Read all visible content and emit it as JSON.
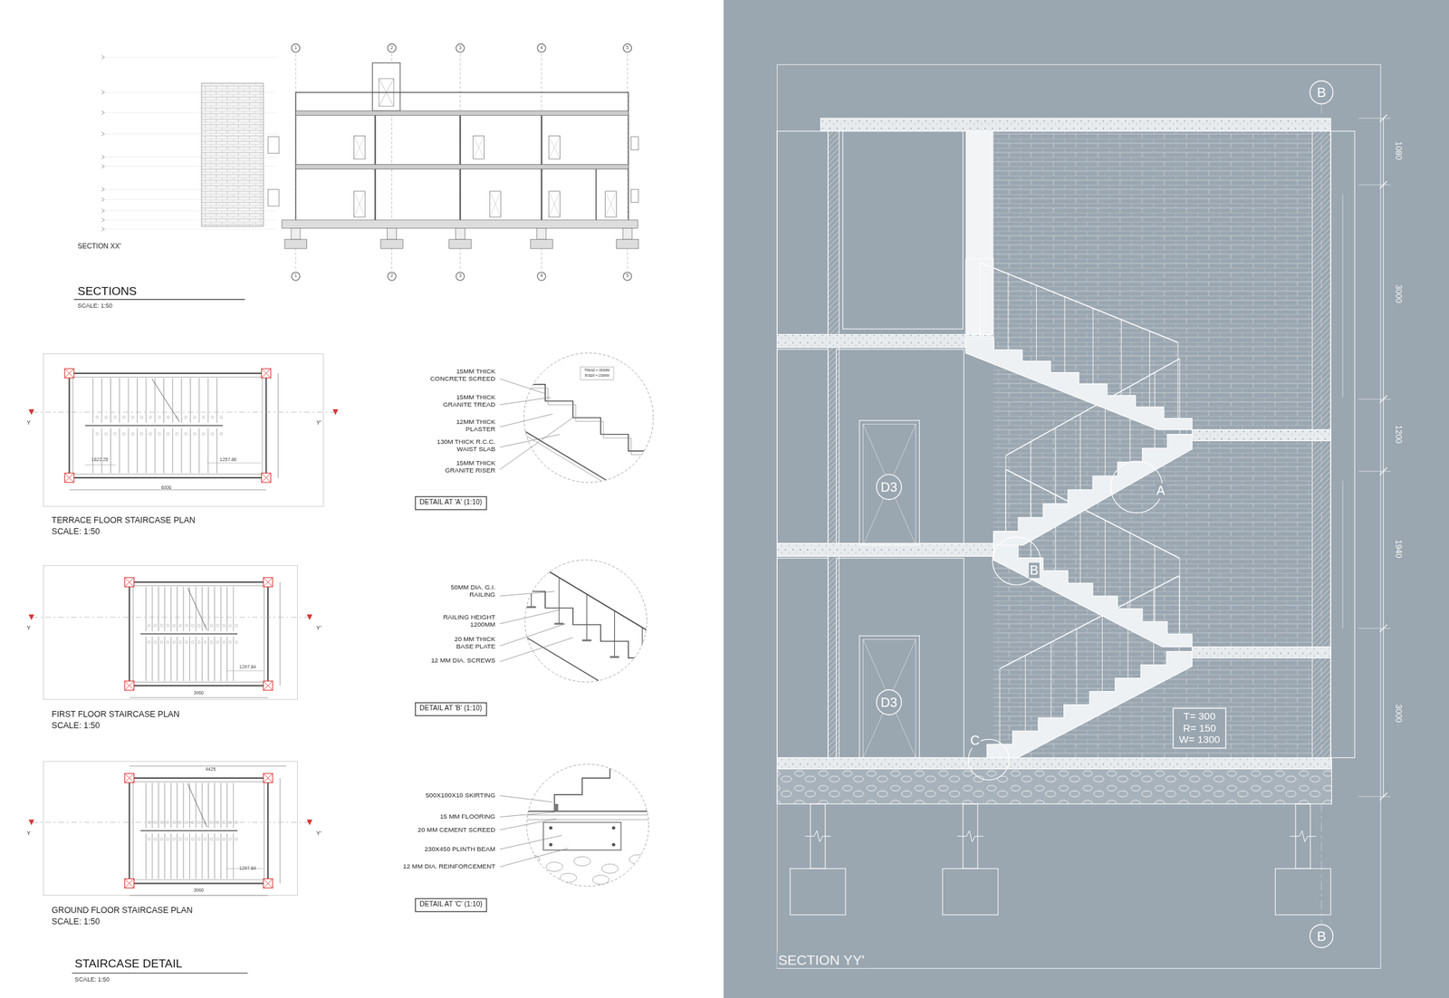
{
  "diagram": {
    "nodes": [
      {
        "text": [
          "1"
        ]
      },
      {
        "text": [
          "2"
        ]
      },
      {
        "text": [
          "3"
        ]
      },
      {
        "text": [
          "4"
        ]
      },
      {
        "text": [
          "5"
        ]
      },
      {
        "text": [
          "1"
        ]
      },
      {
        "text": [
          "2"
        ]
      },
      {
        "text": [
          "3"
        ]
      },
      {
        "text": [
          "4"
        ]
      },
      {
        "text": [
          "5"
        ]
      },
      {
        "text": [
          "B"
        ]
      },
      {
        "text": [
          "B"
        ]
      },
      {
        "text": [
          "D3"
        ]
      },
      {
        "text": [
          "D3"
        ]
      },
      {
        "text": [
          "DETAIL AT 'A' (1:10)"
        ]
      },
      {
        "text": [
          "DETAIL AT 'B' (1:10)"
        ]
      },
      {
        "text": [
          "DETAIL AT 'C' (1:10)"
        ]
      },
      {
        "text": [
          "T= 300 R= 150 W= 1300"
        ]
      }
    ],
    "labels": [
      "SECTION XX'",
      "SECTIONS",
      "SCALE: 1:50",
      "1622.25",
      "1257.86",
      "6006",
      "Y",
      "Y'",
      "TERRACE FLOOR STAIRCASE PLAN",
      "SCALE: 1:50",
      "1297.84",
      "3960",
      "Y",
      "Y'",
      "FIRST FLOOR STAIRCASE PLAN",
      "SCALE: 1:50",
      "4425",
      "1297.84",
      "3960",
      "Y",
      "Y'",
      "GROUND FLOOR STAIRCASE PLAN",
      "SCALE: 1:50",
      "STAIRCASE DETAIL",
      "SCALE: 1:50",
      "15MM THICK CONCRETE SCREED",
      "15MM THICK GRANITE TREAD",
      "12MM THICK PLASTER",
      "130M THICK R.C.C. WAIST SLAB",
      "15MM THICK GRANITE RISER",
      "TREAD = 300MM",
      "RISER = 150MM",
      "50MM DIA. G.I. RAILING",
      "RAILING HEIGHT 1200MM",
      "20 MM THICK BASE PLATE",
      "12 MM DIA. SCREWS",
      "500X100X10 SKIRTING",
      "15 MM FLOORING",
      "20 MM CEMENT SCREED",
      "230X450 PLINTH BEAM",
      "12 MM DIA. REINFORCEMENT",
      "SECTION YY'",
      "1080",
      "3000",
      "1200",
      "1940",
      "3000",
      "A",
      "B",
      "C"
    ]
  }
}
